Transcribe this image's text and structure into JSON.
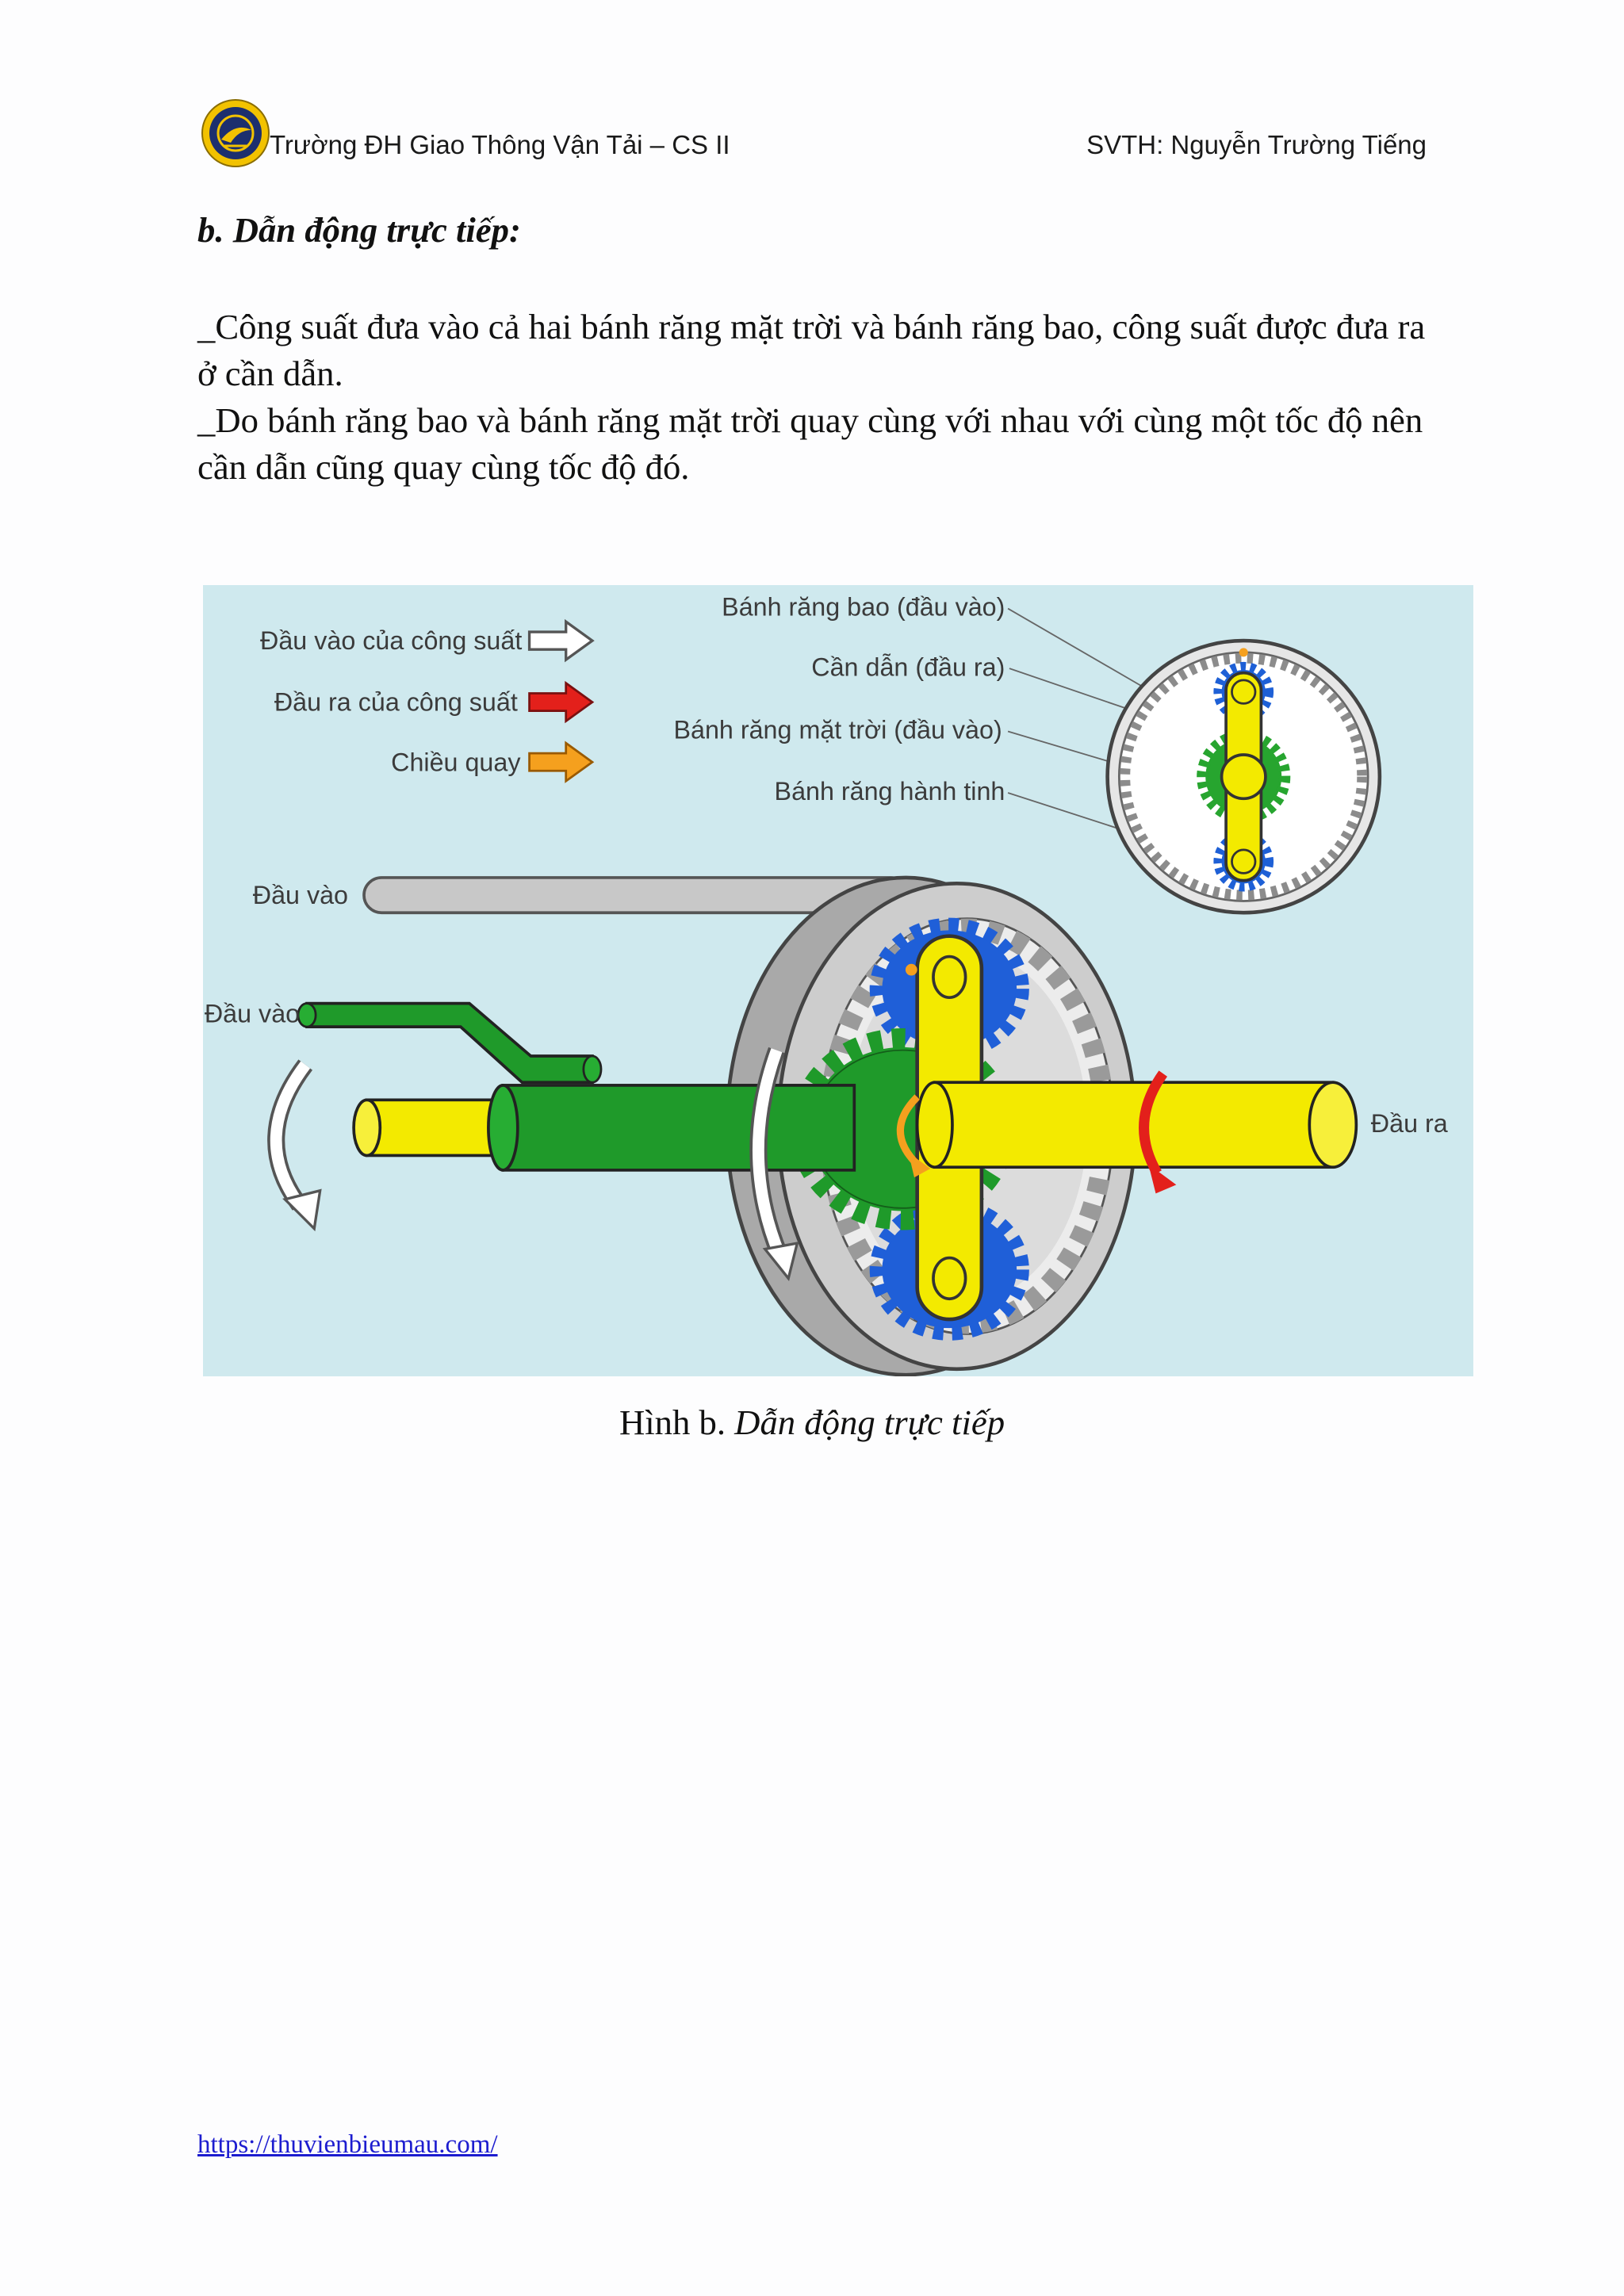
{
  "header": {
    "school": "Trường ĐH Giao Thông Vận Tải – CS II",
    "student": "SVTH: Nguyễn Trường Tiếng"
  },
  "section": {
    "heading": "b. Dẫn động trực tiếp:",
    "paragraphs": [
      "_Công suất đưa vào cả hai bánh răng mặt trời và bánh răng bao, công suất được đưa ra ở cần dẫn.",
      "_Do bánh răng bao và bánh răng mặt trời quay cùng với nhau với cùng một tốc độ nên cần dẫn cũng quay cùng tốc độ đó."
    ]
  },
  "figure": {
    "legend": [
      {
        "label": "Đầu vào của công suất",
        "color": "#ffffff"
      },
      {
        "label": "Đầu ra của công suất",
        "color": "#e3201b"
      },
      {
        "label": "Chiều quay",
        "color": "#f5a01e"
      }
    ],
    "callouts": {
      "ring_gear": "Bánh răng bao (đầu vào)",
      "carrier": "Cần dẫn (đầu ra)",
      "sun_gear": "Bánh răng mặt trời (đầu vào)",
      "planet_gears": "Bánh răng hành tinh"
    },
    "ring_input_label": "Đầu vào",
    "sun_input_label": "Đầu vào",
    "output_label": "Đầu ra"
  },
  "caption": {
    "label": "Hình b.",
    "title": "Dẫn động trực tiếp"
  },
  "footer": {
    "link": "https://thuvienbieumau.com/"
  }
}
